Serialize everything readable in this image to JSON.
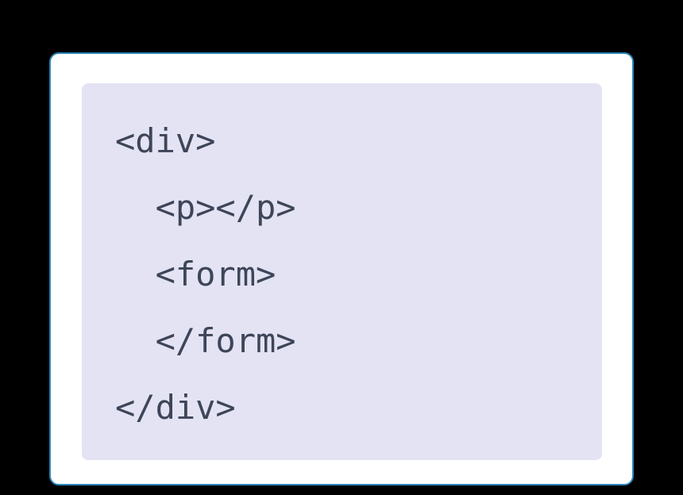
{
  "code": {
    "language": "html",
    "lines": [
      "<div>",
      "  <p></p>",
      "  <form>",
      "  </form>",
      "</div>"
    ]
  },
  "colors": {
    "page_background": "#000000",
    "card_background": "#ffffff",
    "card_border": "#2b87b8",
    "code_background": "#e3e3f3",
    "code_text": "#3e4559"
  }
}
